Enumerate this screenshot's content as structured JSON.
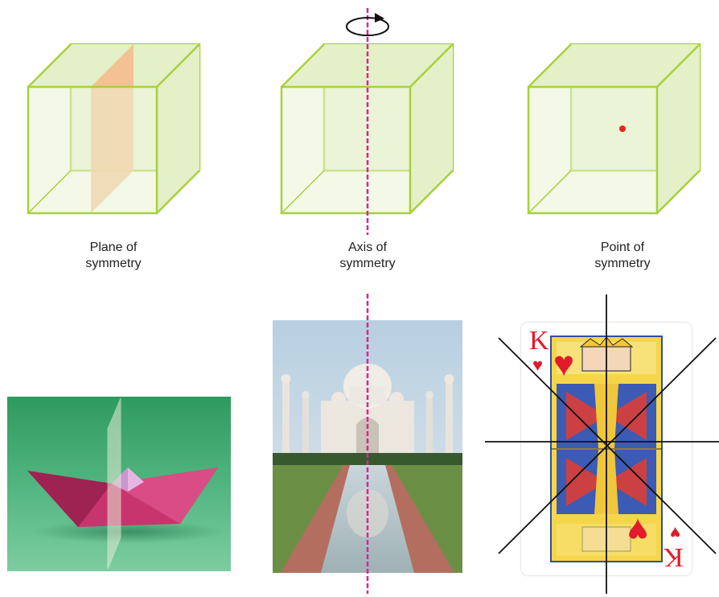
{
  "captions": {
    "plane": {
      "line1": "Plane of",
      "line2": "symmetry"
    },
    "axis": {
      "line1": "Axis of",
      "line2": "symmetry"
    },
    "point": {
      "line1": "Point of",
      "line2": "symmetry"
    }
  },
  "card": {
    "rank_top": "K",
    "rank_bottom": "K"
  },
  "colors": {
    "cube_edge": "#a7d13b",
    "cube_fill": "#eaf3d3",
    "plane_fill": "#f6b98a",
    "axis_line": "#d6268f",
    "point": "#e8231b",
    "card_red": "#e21b2a"
  }
}
